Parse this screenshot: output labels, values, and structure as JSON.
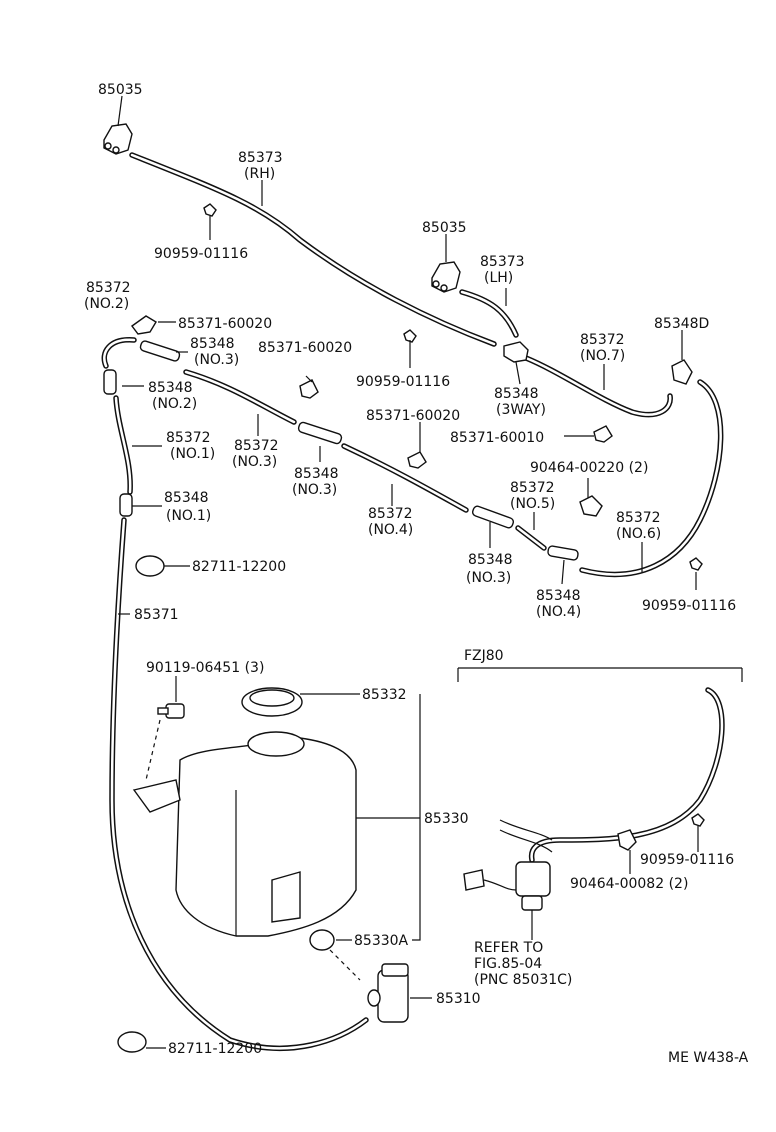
{
  "parts": {
    "nozzle_rh": "85035",
    "hose_rh_num": "85373",
    "hose_rh_sub": "(RH)",
    "clip_a": "90959-01116",
    "nozzle_lh": "85035",
    "hose_lh_num": "85373",
    "hose_lh_sub": "(LH)",
    "hose_no2_num": "85372",
    "hose_no2_sub": "(NO.2)",
    "clamp_a": "85371-60020",
    "joint_no3a_num": "85348",
    "joint_no3a_sub": "(NO.3)",
    "clamp_b": "85371-60020",
    "clip_b": "90959-01116",
    "joint_3way_num": "85348",
    "joint_3way_sub": "(3WAY)",
    "hose_no7_num": "85372",
    "hose_no7_sub": "(NO.7)",
    "joint_d": "85348D",
    "joint_no2_num": "85348",
    "joint_no2_sub": "(NO.2)",
    "clamp_c": "85371-60020",
    "clamp_d": "85371-60010",
    "hose_no1_num": "85372",
    "hose_no1_sub": "(NO.1)",
    "hose_no3_num": "85372",
    "hose_no3_sub": "(NO.3)",
    "clip_c": "90464-00220 (2)",
    "joint_no1_num": "85348",
    "joint_no1_sub": "(NO.1)",
    "joint_no3b_num": "85348",
    "joint_no3b_sub": "(NO.3)",
    "hose_no5_num": "85372",
    "hose_no5_sub": "(NO.5)",
    "hose_no6_num": "85372",
    "hose_no6_sub": "(NO.6)",
    "hose_no4_num": "85372",
    "hose_no4_sub": "(NO.4)",
    "joint_no3c_num": "85348",
    "joint_no3c_sub": "(NO.3)",
    "joint_no4_num": "85348",
    "joint_no4_sub": "(NO.4)",
    "clip_d": "90959-01116",
    "clamp_e": "82711-12200",
    "hose_main": "85371",
    "bolt": "90119-06451 (3)",
    "cap": "85332",
    "tank": "85330",
    "grommet": "85330A",
    "pump": "85310",
    "clamp_f": "82711-12200",
    "variant": "FZJ80",
    "clip_e": "90959-01116",
    "clip_f": "90464-00082 (2)",
    "refer_1": "REFER TO",
    "refer_2": "FIG.85-04",
    "refer_3": "(PNC 85031C)",
    "drawing_code": "ME  W438-A"
  }
}
